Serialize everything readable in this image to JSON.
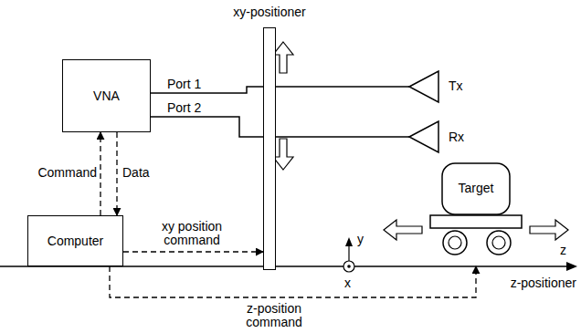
{
  "diagram": {
    "nodes": [
      {
        "text": [
          "VNA"
        ]
      },
      {
        "text": [
          "Computer"
        ]
      },
      {
        "text": [
          "xy-positioner"
        ]
      },
      {
        "text": [
          "Target"
        ]
      }
    ],
    "edges": [
      {
        "from": 1,
        "to": 0,
        "label": "Command",
        "arrow": "to"
      },
      {
        "from": 0,
        "to": 1,
        "label": "Data",
        "arrow": "to"
      },
      {
        "from": 1,
        "to": 2,
        "label": "xy position command",
        "arrow": "to"
      },
      {
        "from": 1,
        "to": 3,
        "label": "z-position command",
        "arrow": "to"
      }
    ],
    "labels": [
      "Port 1",
      "Port 2",
      "Tx",
      "Rx",
      "y",
      "x",
      "z",
      "z-positioner"
    ]
  }
}
